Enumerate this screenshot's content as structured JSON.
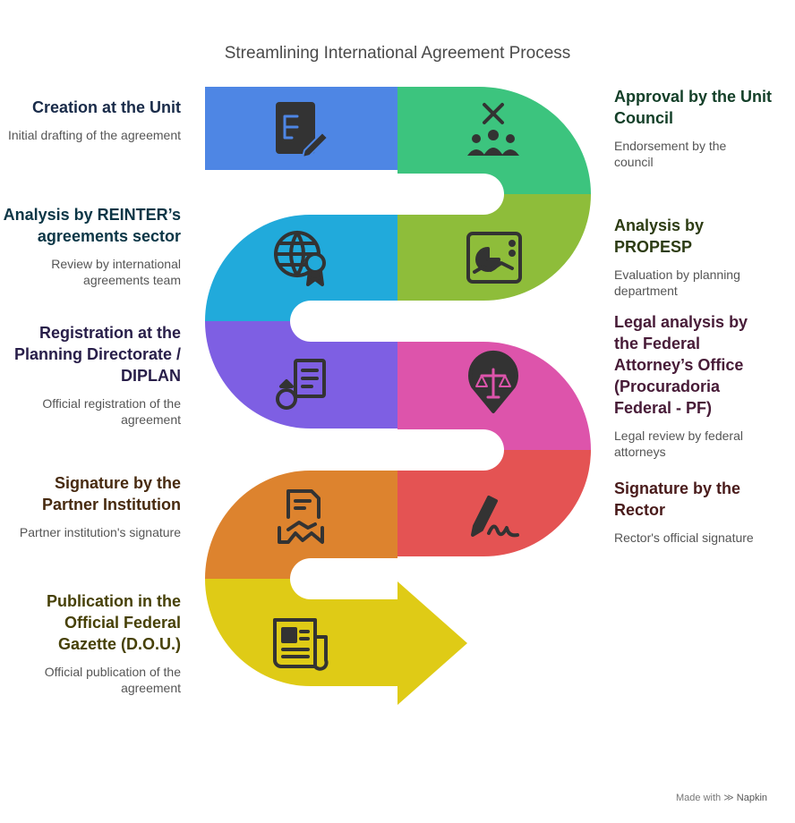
{
  "title": "Streamlining International Agreement Process",
  "steps": [
    {
      "title": "Creation at the Unit",
      "desc": "Initial drafting of the agreement",
      "color": "#4E86E4",
      "icon": "document-edit-icon"
    },
    {
      "title": "Approval by the Unit Council",
      "desc": "Endorsement by the council",
      "color": "#3CC47E",
      "icon": "council-vote-icon"
    },
    {
      "title": "Analysis by REINTER’s agreements sector",
      "desc": "Review by international agreements team",
      "color": "#21AADB",
      "icon": "globe-certificate-icon"
    },
    {
      "title": "Analysis by PROPESP",
      "desc": "Evaluation by planning department",
      "color": "#8EBD3A",
      "icon": "dashboard-chart-icon"
    },
    {
      "title": "Registration at the Planning Directorate / DIPLAN",
      "desc": "Official registration of the agreement",
      "color": "#7E5FE3",
      "icon": "ring-document-icon"
    },
    {
      "title": "Legal analysis by the Federal Attorney’s Office (Procuradoria Federal - PF)",
      "desc": "Legal review by federal attorneys",
      "color": "#DD54AB",
      "icon": "legal-scales-pin-icon"
    },
    {
      "title": "Signature by the Partner Institution",
      "desc": "Partner institution's signature",
      "color": "#DD832E",
      "icon": "handshake-document-icon"
    },
    {
      "title": "Signature by the Rector",
      "desc": "Rector's official signature",
      "color": "#E45353",
      "icon": "pen-signature-icon"
    },
    {
      "title": "Publication in the Official Federal Gazette (D.O.U.)",
      "desc": "Official publication of the agreement",
      "color": "#DFCB16",
      "icon": "newspaper-icon"
    }
  ],
  "footer": {
    "prefix": "Made with",
    "brand": "Napkin"
  }
}
